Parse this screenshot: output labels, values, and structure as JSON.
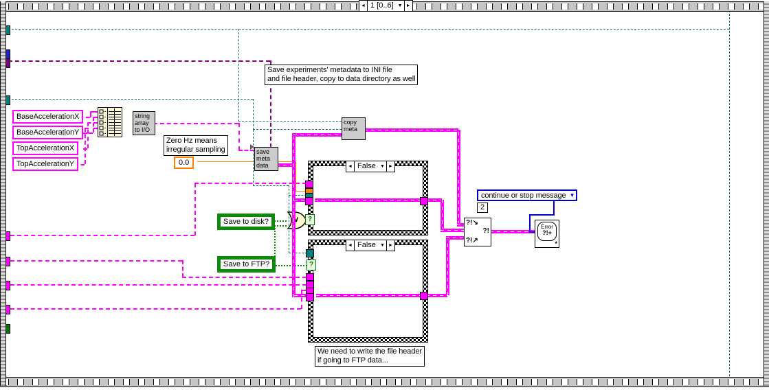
{
  "frame": {
    "selector": {
      "prev": "◄",
      "label": "1 [0..6]",
      "dropdown": "▼",
      "next": "►"
    }
  },
  "comments": {
    "save_metadata": "Save experiments' metadata to INI file\nand file header, copy to data directory as well",
    "zero_hz": "Zero Hz means\nirregular sampling",
    "file_header": "We need to write the file header\nif going to FTP data..."
  },
  "string_constants": [
    "BaseAccelerationX",
    "BaseAccelerationY",
    "TopAccelerationX",
    "TopAccelerationY"
  ],
  "numeric_constants": {
    "zero_hz_value": "0.0",
    "message_type": "2"
  },
  "boolean_locals": {
    "save_to_disk": "Save to disk?",
    "save_to_ftp": "Save to FTP?"
  },
  "nodes": {
    "string_array_to_io": "string\narray\nto I/O",
    "save_meta_data": "save\nmeta\ndata",
    "copy_meta": "copy\nmeta",
    "or_function": "∨",
    "merge_errors": {
      "input_top": "?!↘",
      "output": "?!",
      "input_bottom": "?!↗"
    },
    "error_handler": {
      "line1": "Error",
      "line2": "?!+",
      "mark": "*"
    }
  },
  "case_structures": {
    "disk": {
      "prev": "◄",
      "selector": "False",
      "dropdown": "▼",
      "next": "►"
    },
    "ftp": {
      "prev": "◄",
      "selector": "False",
      "dropdown": "▼",
      "next": "►"
    }
  },
  "ring": {
    "label": "continue or stop message",
    "dropdown": "▼"
  },
  "glyphs": {
    "question": "?"
  },
  "colors": {
    "string_wire": "#ff00ff",
    "path_wire": "#0b6b6b",
    "numeric_wire": "#ff8000",
    "boolean_wire": "#009000",
    "enum_wire": "#0000cc",
    "purple_wire": "#800080",
    "node_gray": "#cccccc",
    "frame_gray": "#c6c6c6"
  }
}
